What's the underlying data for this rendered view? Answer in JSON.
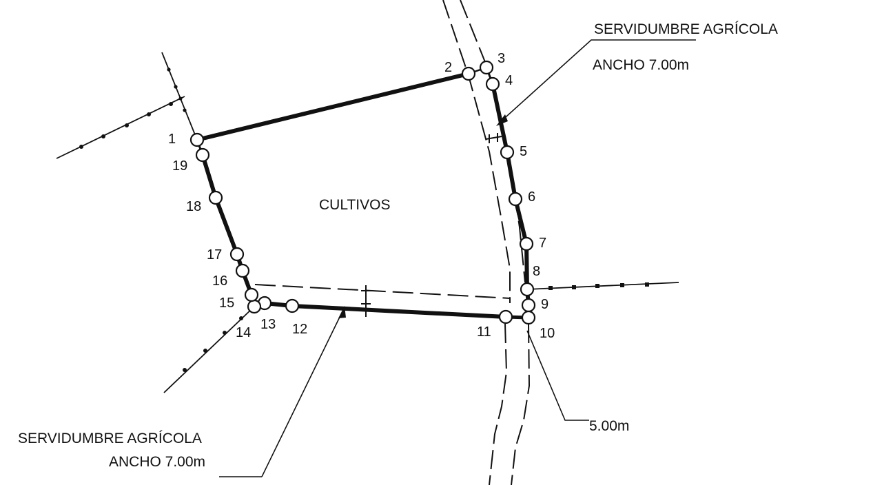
{
  "area_label": "CULTIVOS",
  "callouts": {
    "easement_top": {
      "line1": "SERVIDUMBRE  AGRÍCOLA",
      "line2": "ANCHO 7.00m"
    },
    "easement_bottom": {
      "line1": "SERVIDUMBRE  AGRÍCOLA",
      "line2": "ANCHO 7.00m"
    },
    "road_width": "5.00m"
  },
  "vertices": [
    {
      "id": "1"
    },
    {
      "id": "2"
    },
    {
      "id": "3"
    },
    {
      "id": "4"
    },
    {
      "id": "5"
    },
    {
      "id": "6"
    },
    {
      "id": "7"
    },
    {
      "id": "8"
    },
    {
      "id": "9"
    },
    {
      "id": "10"
    },
    {
      "id": "11"
    },
    {
      "id": "12"
    },
    {
      "id": "13"
    },
    {
      "id": "14"
    },
    {
      "id": "15"
    },
    {
      "id": "16"
    },
    {
      "id": "17"
    },
    {
      "id": "18"
    },
    {
      "id": "19"
    }
  ],
  "colors": {
    "ink": "#111111",
    "paper": "#ffffff"
  }
}
